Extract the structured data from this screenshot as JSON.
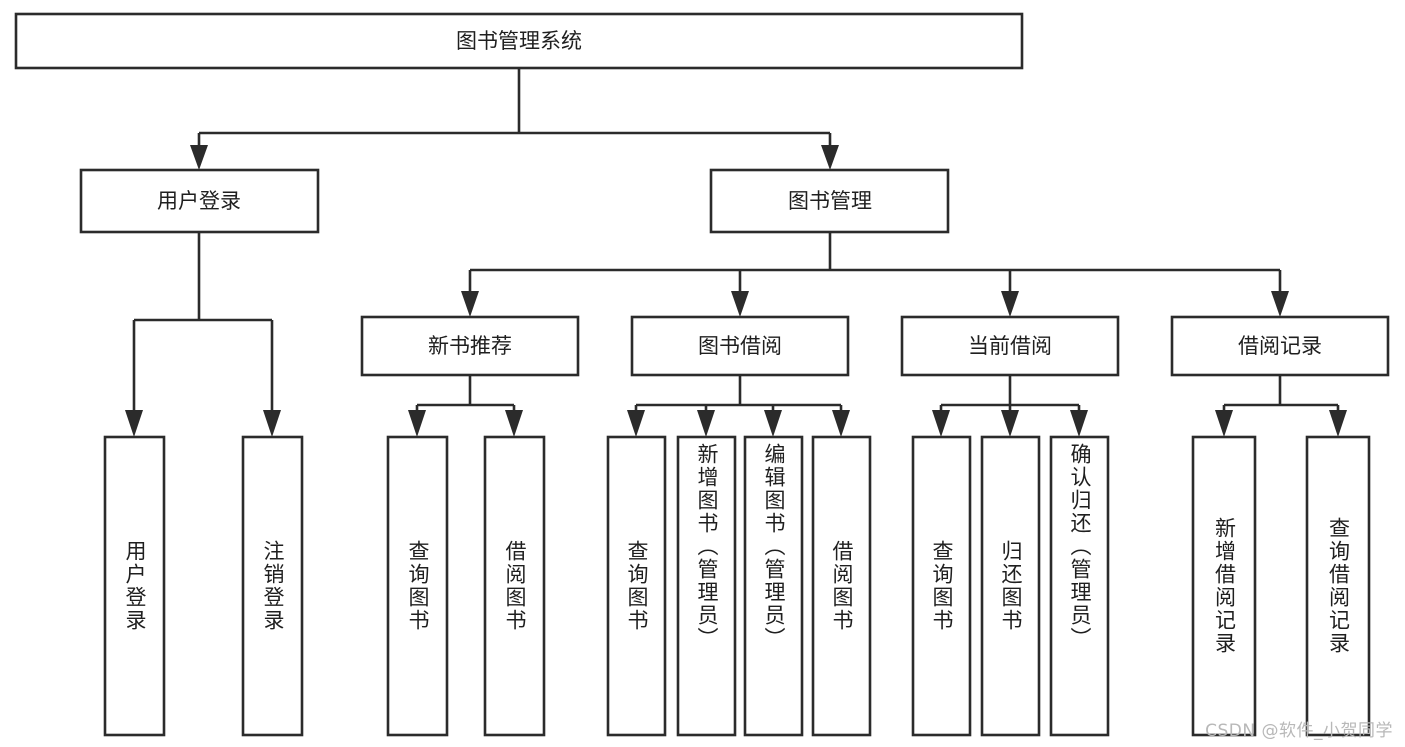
{
  "diagram": {
    "title": "图书管理系统",
    "type": "tree-hierarchy-chart",
    "root": {
      "label": "图书管理系统"
    },
    "level2": [
      {
        "label": "用户登录"
      },
      {
        "label": "图书管理"
      }
    ],
    "level3": [
      {
        "label": "新书推荐"
      },
      {
        "label": "图书借阅"
      },
      {
        "label": "当前借阅"
      },
      {
        "label": "借阅记录"
      }
    ],
    "leaves": {
      "user_login": [
        {
          "label": "用户登录"
        },
        {
          "label": "注销登录"
        }
      ],
      "new_book_recommend": [
        {
          "label": "查询图书"
        },
        {
          "label": "借阅图书"
        }
      ],
      "book_borrow": [
        {
          "label": "查询图书"
        },
        {
          "label": "新增图书（管理员）"
        },
        {
          "label": "编辑图书（管理员）"
        },
        {
          "label": "借阅图书"
        }
      ],
      "current_borrow": [
        {
          "label": "查询图书"
        },
        {
          "label": "归还图书"
        },
        {
          "label": "确认归还（管理员）"
        }
      ],
      "borrow_record": [
        {
          "label": "新增借阅记录"
        },
        {
          "label": "查询借阅记录"
        }
      ]
    }
  },
  "watermark": {
    "text": "CSDN @软件_小贺同学"
  },
  "colors": {
    "stroke": "#2b2b2b",
    "fill": "#ffffff",
    "text": "#1f1f1f",
    "watermark": "#b8b8b8"
  }
}
